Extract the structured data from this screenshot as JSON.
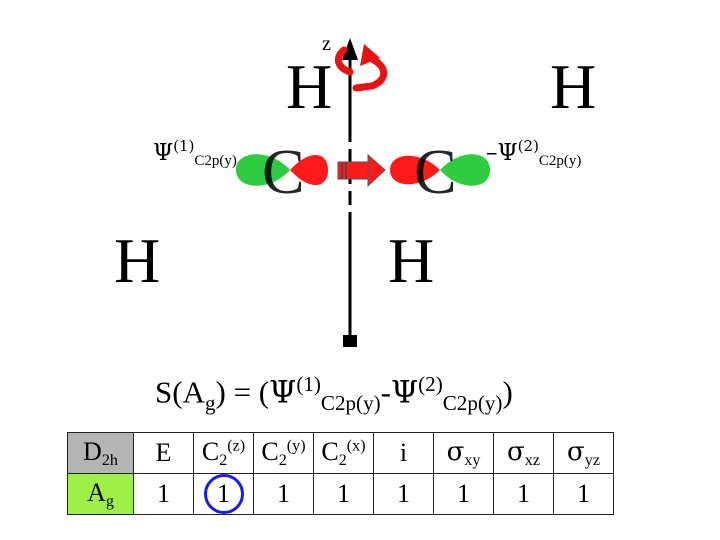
{
  "diagram": {
    "axis_label": "z",
    "atoms": {
      "h_top_left": "H",
      "h_top_right": "H",
      "h_bottom_left": "H",
      "h_bottom_right": "H",
      "c_left": "C",
      "c_right": "C"
    },
    "psi1": {
      "symbol": "Ψ",
      "sup": "(1)",
      "sub": "C2p(y)"
    },
    "psi2": {
      "prefix": "–",
      "symbol": "Ψ",
      "sup": "(2)",
      "sub": "C2p(y)"
    },
    "colors": {
      "lobe_red": "#ff1a1a",
      "lobe_green": "#2ecc40",
      "axis": "#000000",
      "arrow": "#ee1a1a",
      "circle": "#1a1aee"
    }
  },
  "equation": {
    "lhs": "S(A",
    "lhs_sub": "g",
    "lhs_end": ") = (",
    "psi": "Ψ",
    "t1_sup": "(1)",
    "t1_sub": "C2p(y)",
    "minus": "-",
    "t2_sup": "(2)",
    "t2_sub": "C2p(y)",
    "close": ")"
  },
  "character_table": {
    "group": {
      "main": "D",
      "sub": "2h"
    },
    "irrep": {
      "main": "A",
      "sub": "g"
    },
    "ops": [
      {
        "main": "E"
      },
      {
        "main": "C",
        "sub": "2",
        "sup": "(z)"
      },
      {
        "main": "C",
        "sub": "2",
        "sup": "(y)"
      },
      {
        "main": "C",
        "sub": "2",
        "sup": "(x)"
      },
      {
        "main": "i"
      },
      {
        "main": "σ",
        "sub": "xy"
      },
      {
        "main": "σ",
        "sub": "xz"
      },
      {
        "main": "σ",
        "sub": "yz"
      }
    ],
    "characters": [
      "1",
      "1",
      "1",
      "1",
      "1",
      "1",
      "1",
      "1"
    ],
    "highlighted_operation": "C2(z)"
  }
}
